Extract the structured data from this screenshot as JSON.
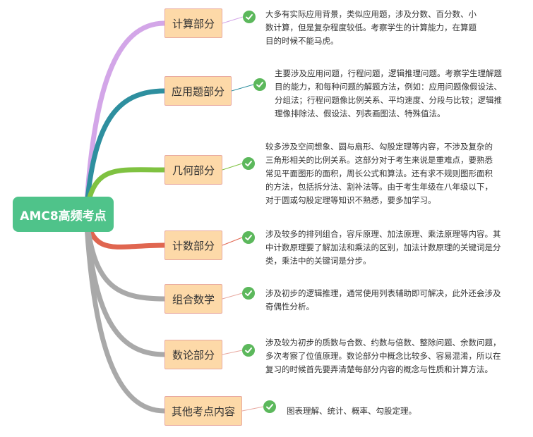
{
  "root": {
    "label": "AMC8高频考点"
  },
  "branches": [
    {
      "label": "计算部分",
      "desc": "大多有实际应用背景，类似应用题，涉及分数、百分数、小数计算，但是复杂程度较低。考察学生的计算能力，在算题目的时候不能马虎。",
      "color": "#d3a6e8"
    },
    {
      "label": "应用题部分",
      "desc": "主要涉及应用问题，行程问题，逻辑推理问题。考察学生理解题目的能力，和每种问题的解题方法，例如：应用问题像假设法、分组法；行程问题像比例关系、平均速度、分段与比较；逻辑推理像排除法、假设法、列表画图法、特殊值法。",
      "color": "#2e8f9f"
    },
    {
      "label": "几何部分",
      "desc": "较多涉及空间想象、圆与扇形、勾股定理等内容，不涉及复杂的三角形相关的比例关系。这部分对于考生来说是重难点，要熟悉常见平面图形的面积，周长公式和算法。还有求不规则图形面积的方法，包括拆分法、割补法等。由于考生年级在八年级以下，对于圆或勾股定理等知识不熟悉，要多加学习。",
      "color": "#7fc241"
    },
    {
      "label": "计数部分",
      "desc": "涉及较多的排列组合，容斥原理、加法原理、乘法原理等内容。其中计数原理要了解加法和乘法的区别，加法计数原理的关键词是分类，乘法中的关键词是分步。",
      "color": "#e06650"
    },
    {
      "label": "组合数学",
      "desc": "涉及初步的逻辑推理，通常使用列表辅助即可解决，此外还会涉及奇偶性分析。",
      "color": "#a9a9a9"
    },
    {
      "label": "数论部分",
      "desc": "涉及较为初步的质数与合数、约数与倍数、整除问题、余数问题，多次考察了位值原理。数论部分中概念比较多、容易混淆，所以在复习的时候首先要弄清楚每部分内容的概念与性质和计算方法。",
      "color": "#a9a9a9"
    },
    {
      "label": "其他考点内容",
      "desc": "图表理解、统计、概率、勾股定理。",
      "color": "#a9a9a9"
    }
  ],
  "icons": {
    "check": "check-circle-icon"
  }
}
